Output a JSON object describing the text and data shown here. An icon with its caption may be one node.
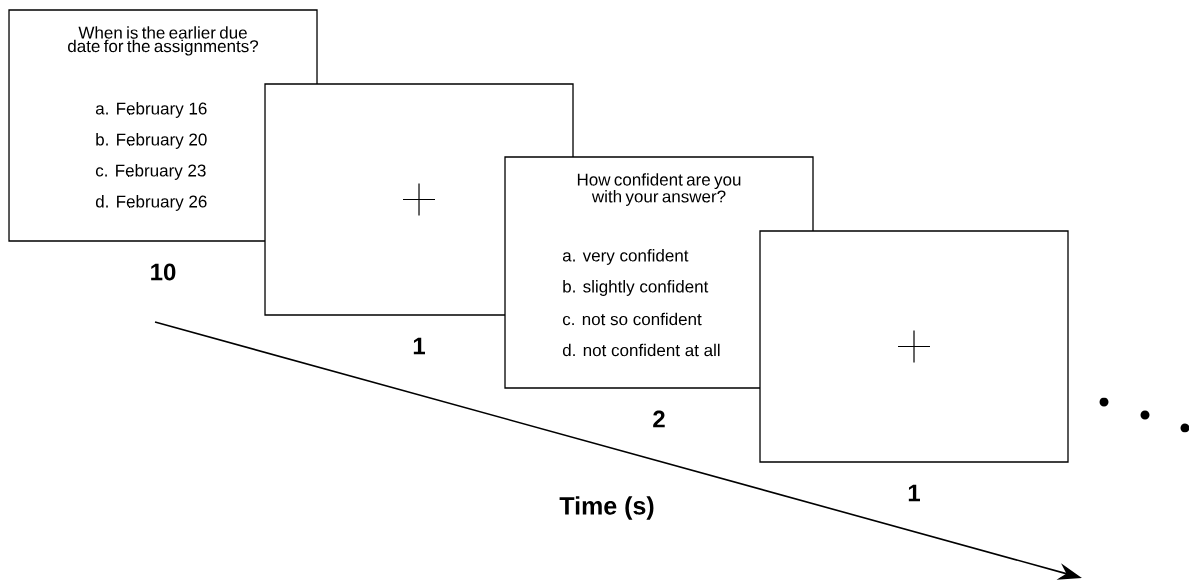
{
  "diagram": {
    "nodes": [
      {
        "text": [
          "When is the earlier due date for the assignments?",
          "a. February 16",
          "b. February 20",
          "c. February 23",
          "d. February 26"
        ],
        "beside": [
          "10"
        ]
      },
      {
        "text": [],
        "shape": "box",
        "beside": [
          "1"
        ]
      },
      {
        "text": [
          "How confident are you with your answer?",
          "a. very confident",
          "b. slightly confident",
          "c. not so confident",
          "d. not confident at all"
        ],
        "beside": [
          "2"
        ]
      },
      {
        "text": [],
        "shape": "box",
        "beside": [
          "1"
        ]
      }
    ],
    "labels": [
      "Time (s)"
    ]
  }
}
